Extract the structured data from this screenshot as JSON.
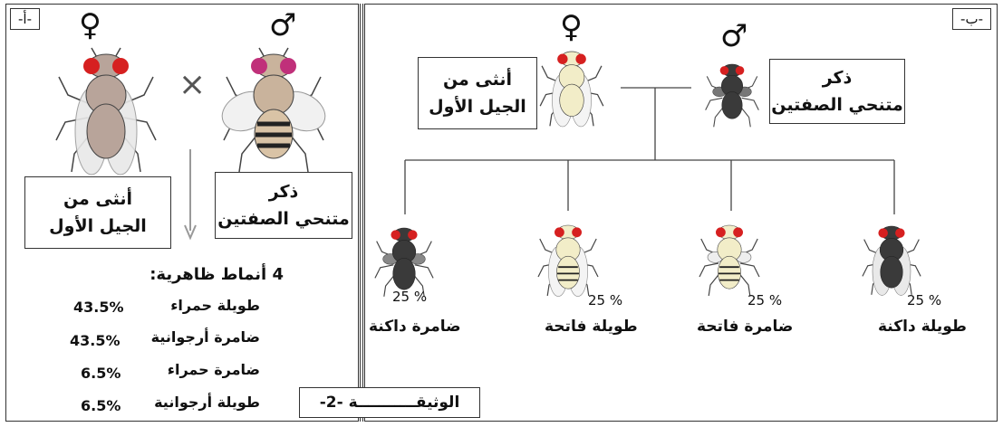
{
  "panel_a": {
    "tag": "-أ-",
    "female_symbol": "♀",
    "male_symbol": "♂",
    "cross_symbol": "×",
    "female_box": [
      "أنثى  من",
      "الجيل الأول"
    ],
    "male_box": [
      "ذكر",
      "متنحي الصفتين"
    ],
    "phenotypes_title": "4 أنماط ظاهرية:",
    "phenotypes": [
      {
        "name": "طويلة حمراء",
        "value": "43.5%"
      },
      {
        "name": "ضامرة أرجوانية",
        "value": "43.5%"
      },
      {
        "name": "ضامرة حمراء",
        "value": "6.5%"
      },
      {
        "name": "طويلة أرجوانية",
        "value": "6.5%"
      }
    ]
  },
  "panel_b": {
    "tag": "-ب-",
    "female_symbol": "♀",
    "male_symbol": "♂",
    "female_box": [
      "أنثى  من",
      "الجيل الأول"
    ],
    "male_box": [
      "ذكر",
      "متنحي الصفتين"
    ],
    "offspring": [
      {
        "percent": "25 %",
        "label": "ضامرة داكنة",
        "body": "dark",
        "wings": "vestigial"
      },
      {
        "percent": "25 %",
        "label": "طويلة فاتحة",
        "body": "light",
        "wings": "long"
      },
      {
        "percent": "25 %",
        "label": "ضامرة فاتحة",
        "body": "light",
        "wings": "vestigial"
      },
      {
        "percent": "25 %",
        "label": "طويلة داكنة",
        "body": "dark",
        "wings": "long"
      }
    ]
  },
  "document_label": "الوثيقـــــــــــة -2-",
  "colors": {
    "border": "#333333",
    "eye_red": "#d62020",
    "eye_purple": "#c0307a",
    "body_brown": "#b8a49a",
    "body_light": "#f2edc8",
    "body_dark": "#3a3a3a"
  },
  "icons": [
    "female-symbol-icon",
    "male-symbol-icon",
    "cross-icon",
    "down-arrow-icon",
    "fruit-fly-icon"
  ]
}
